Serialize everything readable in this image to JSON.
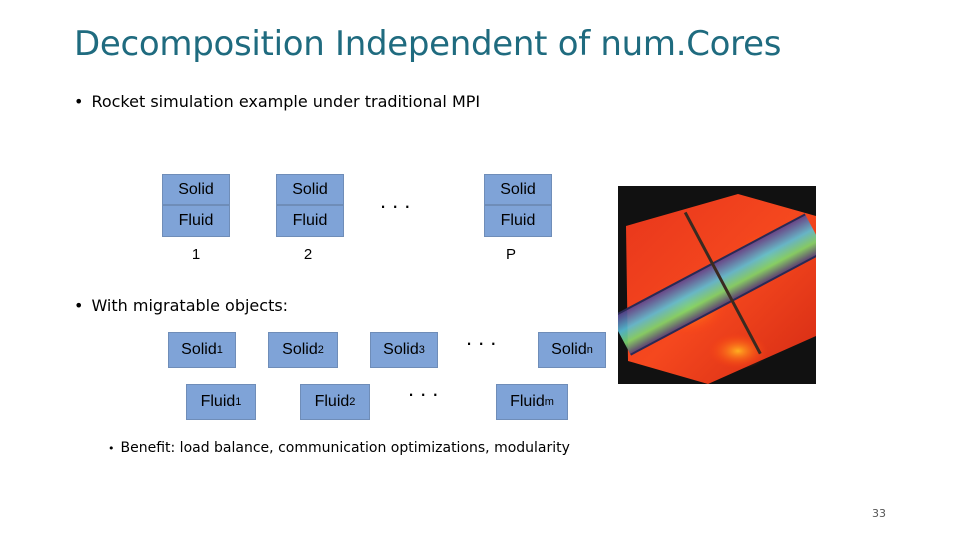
{
  "slide": {
    "title": "Decomposition Independent of num.Cores",
    "bullet1": "Rocket simulation example under traditional MPI",
    "bullet2": "With migratable objects:",
    "bullet3": "Benefit: load balance, communication optimizations, modularity",
    "page_number": "33",
    "bullet_glyph": "•"
  },
  "mpi": {
    "solid_label": "Solid",
    "fluid_label": "Fluid",
    "ellipsis": "...",
    "procs": [
      "1",
      "2",
      "P"
    ]
  },
  "migratable": {
    "solid_base": "Solid",
    "fluid_base": "Fluid",
    "solid_subs": [
      "1",
      "2",
      "3",
      "n"
    ],
    "fluid_subs": [
      "1",
      "2",
      "m"
    ],
    "ellipsis": "..."
  },
  "colors": {
    "title": "#1f6b7f",
    "box_fill": "#7fa3d7",
    "box_border": "#6f8db8"
  },
  "icons": {
    "simulation_image": "rocket-simulation-heatmap"
  }
}
